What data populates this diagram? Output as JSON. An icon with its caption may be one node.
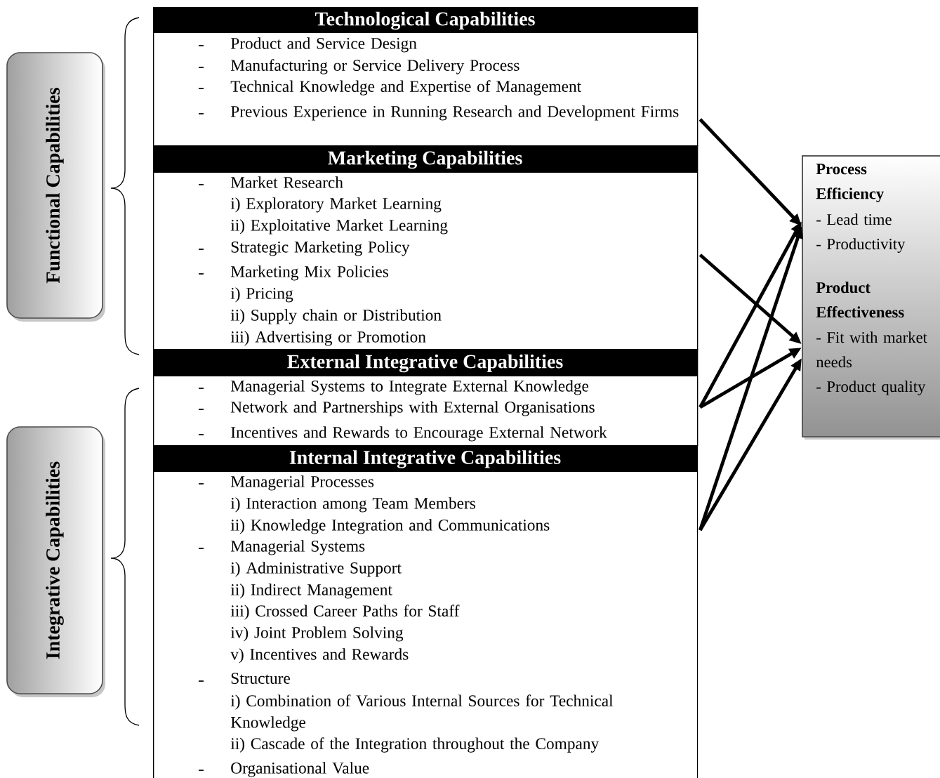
{
  "diagram": {
    "nodes": [
      {
        "text": [
          "Functional Capabilities"
        ]
      },
      {
        "text": [
          "Integrative Capabilities"
        ]
      },
      {
        "text": [
          "Technological Capabilities",
          "Product and Service Design",
          "Manufacturing or Service Delivery Process",
          "Technical Knowledge and Expertise of Management",
          "Previous Experience in Running Research and Development Firms"
        ]
      },
      {
        "text": [
          "Marketing Capabilities",
          "Market Research",
          "i) Exploratory Market Learning",
          "ii) Exploitative Market Learning",
          "Strategic Marketing Policy",
          "Marketing Mix Policies",
          "i) Pricing",
          "ii) Supply chain or Distribution",
          "iii) Advertising or Promotion"
        ]
      },
      {
        "text": [
          "External Integrative Capabilities",
          "Managerial Systems to Integrate External Knowledge",
          "Network and Partnerships with External Organisations",
          "Incentives and Rewards to Encourage External Network"
        ]
      },
      {
        "text": [
          "Internal Integrative Capabilities",
          "Managerial Processes",
          "i) Interaction among Team Members",
          "ii) Knowledge Integration and Communications",
          "Managerial Systems",
          "i) Administrative Support",
          "ii) Indirect Management",
          "iii) Crossed Career Paths for Staff",
          "iv) Joint Problem Solving",
          "v) Incentives and Rewards",
          "Structure",
          "i) Combination of Various Internal Sources for Technical Knowledge",
          "ii) Cascade of the Integration throughout the Company",
          "Organisational Value"
        ]
      },
      {
        "text": [
          "Process Efficiency",
          "- Lead time",
          "- Productivity",
          "Product Effectiveness",
          "- Fit with market needs",
          "- Product quality"
        ]
      }
    ],
    "edges": [
      {
        "from": 2,
        "to": 6,
        "arrow": "to"
      },
      {
        "from": 3,
        "to": 6,
        "arrow": "to"
      },
      {
        "from": 4,
        "to": 6,
        "arrow": "to"
      },
      {
        "from": 4,
        "to": 6,
        "arrow": "to"
      },
      {
        "from": 5,
        "to": 6,
        "arrow": "to"
      },
      {
        "from": 5,
        "to": 6,
        "arrow": "to"
      }
    ]
  }
}
